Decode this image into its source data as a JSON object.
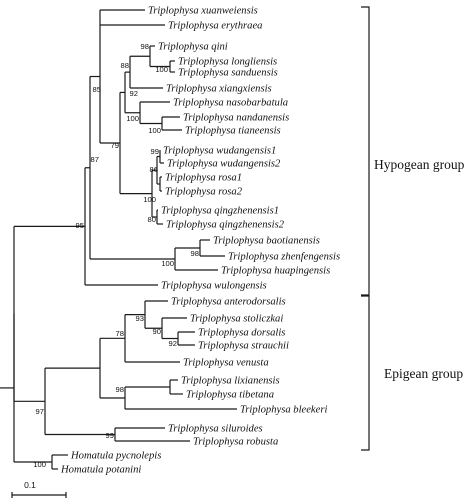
{
  "taxa": [
    "Triplophysa xuanweiensis",
    "Triplophysa erythraea",
    "Triplophysa qini",
    "Triplophysa longliensis",
    "Triplophysa sanduensis",
    "Triplophysa xiangxiensis",
    "Triplophysa nasobarbatula",
    "Triplophysa nandanensis",
    "Triplophysa tianeensis",
    "Triplophysa wudangensis1",
    "Triplophysa wudangensis2",
    "Triplophysa rosa1",
    "Triplophysa rosa2",
    "Triplophysa qingzhenensis1",
    "Triplophysa qingzhenensis2",
    "Triplophysa baotianensis",
    "Triplophysa zhenfengensis",
    "Triplophysa huapingensis",
    "Triplophysa wulongensis",
    "Triplophysa anterodorsalis",
    "Triplophysa stoliczkai",
    "Triplophysa dorsalis",
    "Triplophysa strauchii",
    "Triplophysa venusta",
    "Triplophysa lixianensis",
    "Triplophysa tibetana",
    "Triplophysa bleekeri",
    "Triplophysa siluroides",
    "Triplophysa robusta",
    "Homatula pycnolepis",
    "Homatula potanini"
  ],
  "bootstrap": [
    "98",
    "100",
    "88",
    "92",
    "85",
    "100",
    "100",
    "79",
    "99",
    "86",
    "100",
    "80",
    "87",
    "98",
    "100",
    "95",
    "93",
    "90",
    "92",
    "78",
    "98",
    "99",
    "97",
    "100"
  ],
  "groups": [
    "Hypogean group",
    "Epigean group"
  ],
  "scale_label": "0.1"
}
